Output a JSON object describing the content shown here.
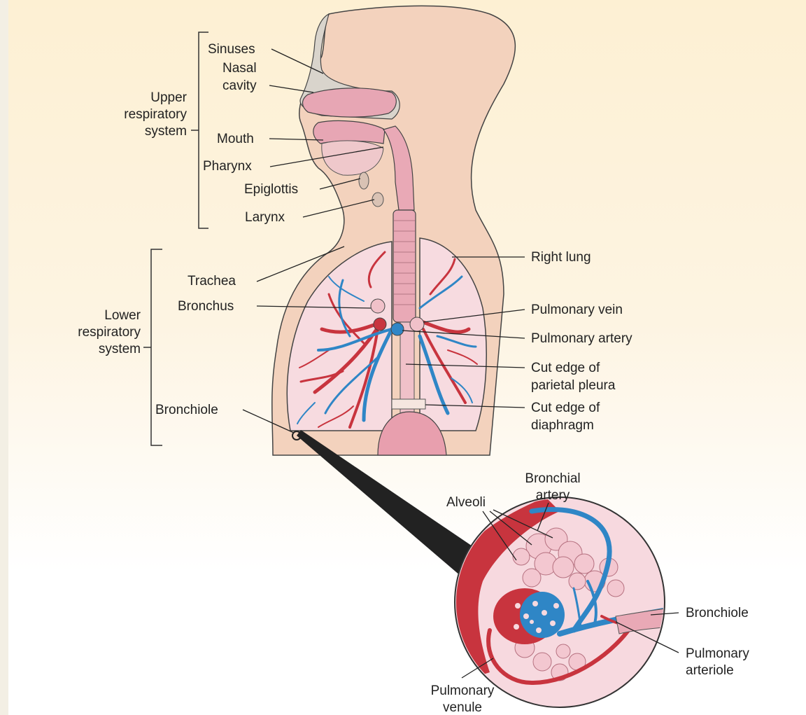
{
  "groups": {
    "upper": [
      "Upper",
      "respiratory",
      "system"
    ],
    "lower": [
      "Lower",
      "respiratory",
      "system"
    ]
  },
  "labels": {
    "sinuses": "Sinuses",
    "nasal_1": "Nasal",
    "nasal_2": "cavity",
    "mouth": "Mouth",
    "pharynx": "Pharynx",
    "epiglottis": "Epiglottis",
    "larynx": "Larynx",
    "trachea": "Trachea",
    "bronchus": "Bronchus",
    "bronchiole": "Bronchiole",
    "right_lung": "Right lung",
    "pulmonary_vein": "Pulmonary vein",
    "pulmonary_artery": "Pulmonary artery",
    "parietal_1": "Cut edge of",
    "parietal_2": "parietal pleura",
    "diaphragm_1": "Cut edge of",
    "diaphragm_2": "diaphragm",
    "bronchial_artery_1": "Bronchial",
    "bronchial_artery_2": "artery",
    "alveoli": "Alveoli",
    "inset_bronchiole": "Bronchiole",
    "pulm_arteriole_1": "Pulmonary",
    "pulm_arteriole_2": "arteriole",
    "pulm_venule_1": "Pulmonary",
    "pulm_venule_2": "venule"
  },
  "colors": {
    "skin": "#f3d2bd",
    "lung": "#f7dbe0",
    "airway": "#e9a9b6",
    "artery_red": "#c8343e",
    "vein_blue": "#2f86c6",
    "outline": "#333333"
  }
}
